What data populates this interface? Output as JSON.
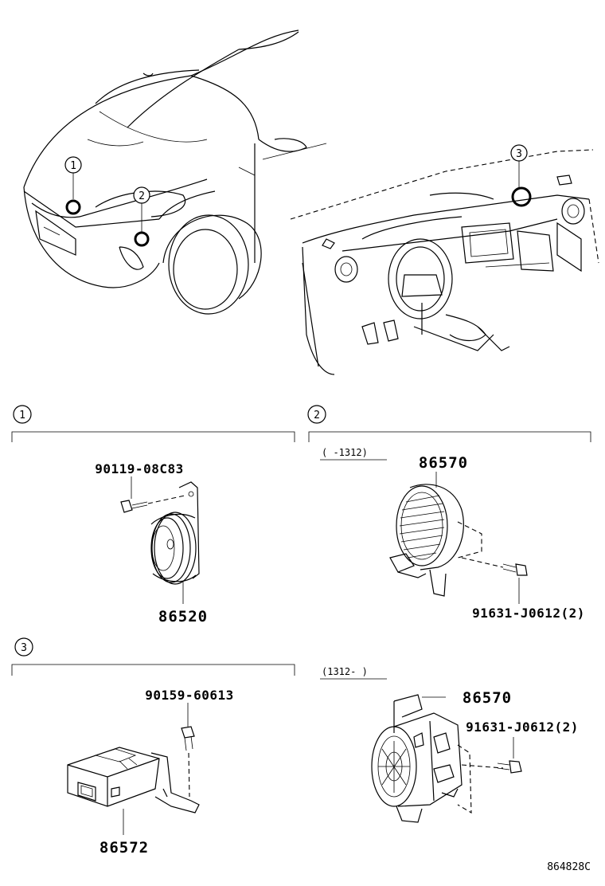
{
  "callouts": [
    "1",
    "2",
    "3"
  ],
  "sections": {
    "s1": {
      "number": "1",
      "bolt_pn": "90119-08C83",
      "horn_pn": "86520"
    },
    "s2": {
      "number": "2",
      "date_range": "(    -1312)",
      "unit_pn": "86570",
      "bolt_pn": "91631-J0612(2)"
    },
    "s3": {
      "number": "3",
      "bolt_pn": "90159-60613",
      "module_pn": "86572"
    },
    "s4": {
      "date_range": "(1312-    )",
      "unit_pn": "86570",
      "bolt_pn": "91631-J0612(2)"
    }
  },
  "illustration_code": "864828C"
}
